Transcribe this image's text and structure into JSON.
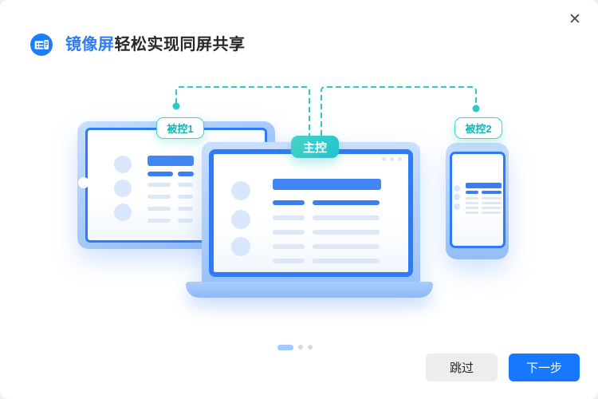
{
  "window": {
    "close_glyph": "✕"
  },
  "header": {
    "icon": "mirror-screen-icon",
    "title_highlight": "镜像屏",
    "title_rest": "轻松实现同屏共享"
  },
  "illustration": {
    "badges": {
      "controlled1": "被控1",
      "master": "主控",
      "controlled2": "被控2"
    },
    "devices": [
      "tablet",
      "laptop",
      "phone"
    ],
    "connector_color": "#2bc9ca"
  },
  "pagination": {
    "total": 3,
    "active_index": 0
  },
  "footer": {
    "skip_label": "跳过",
    "next_label": "下一步"
  },
  "colors": {
    "accent_blue": "#1778ff",
    "title_highlight_blue": "#2e7cf6",
    "teal": "#2bc9ca",
    "device_border_blue": "#2e7bf4",
    "content_bar_blue": "#4285f4",
    "light_line": "#dde8f7",
    "pager_active": "#a3cafb",
    "pager_inactive": "#d9d9d9"
  }
}
